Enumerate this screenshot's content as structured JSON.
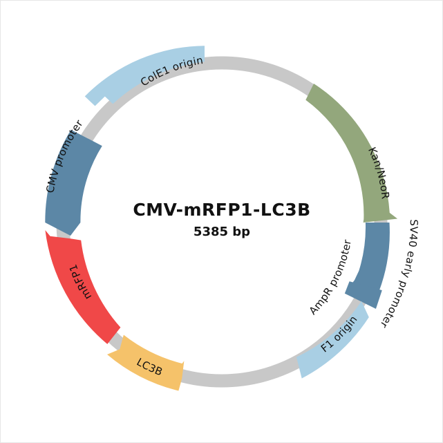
{
  "plasmid": {
    "name": "CMV-mRFP1-LC3B",
    "length": "5385 bp"
  },
  "features": [
    {
      "key": "cole1",
      "label": "ColE1 origin",
      "color": "#a9cfe4"
    },
    {
      "key": "kan",
      "label": "Kan/NeoR",
      "color": "#93a77c"
    },
    {
      "key": "sv40",
      "label": "SV40 early promoter",
      "color": "#5c87a6"
    },
    {
      "key": "ampr",
      "label": "AmpR promoter",
      "color": "#5c87a6"
    },
    {
      "key": "f1",
      "label": "F1 origin",
      "color": "#a9cfe4"
    },
    {
      "key": "lc3b",
      "label": "LC3B",
      "color": "#f5c26a"
    },
    {
      "key": "mrfp1",
      "label": "mRFP1",
      "color": "#f04848"
    },
    {
      "key": "cmv",
      "label": "CMV promoter",
      "color": "#5c87a6"
    }
  ],
  "colors": {
    "backbone": "#c8c8c8"
  }
}
